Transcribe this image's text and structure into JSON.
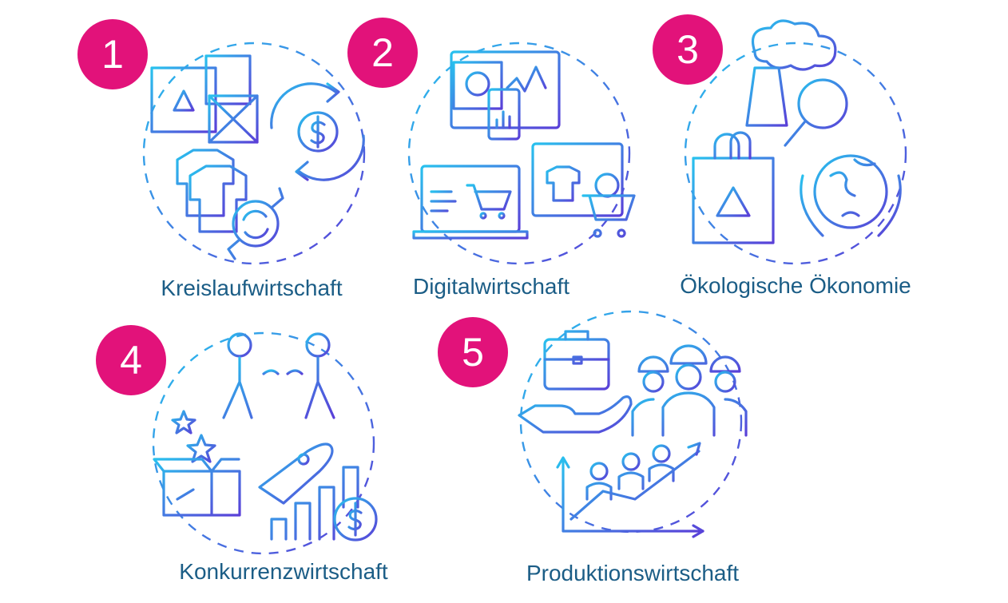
{
  "items": [
    {
      "number": "1",
      "label": "Kreislaufwirtschaft"
    },
    {
      "number": "2",
      "label": "Digitalwirtschaft"
    },
    {
      "number": "3",
      "label": "Ökologische Ökonomie"
    },
    {
      "number": "4",
      "label": "Konkurrenzwirtschaft"
    },
    {
      "number": "5",
      "label": "Produktionswirtschaft"
    }
  ],
  "colors": {
    "badge": "#e2127a",
    "label": "#1b5d86",
    "gradient_start": "#28c1ee",
    "gradient_end": "#5a3fd8"
  }
}
